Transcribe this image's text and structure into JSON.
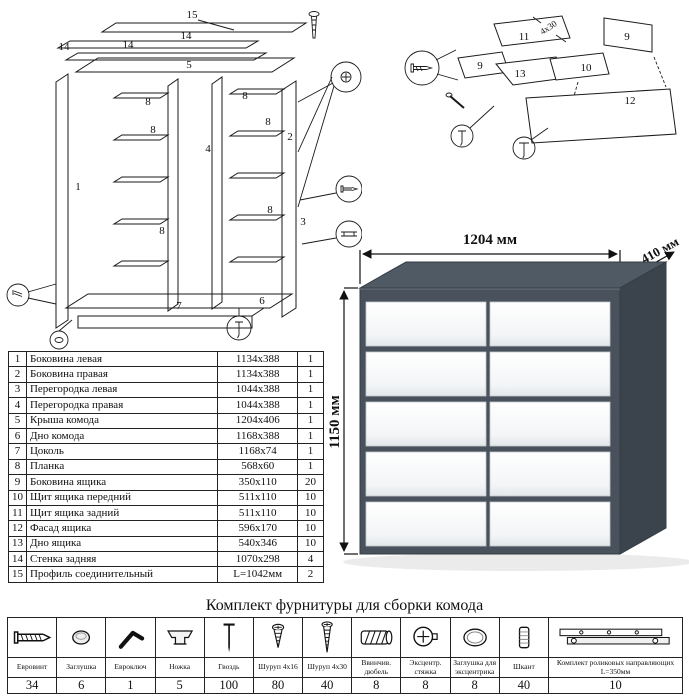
{
  "diagrams": {
    "carcass": {
      "labels": [
        "15",
        "14",
        "14",
        "14",
        "5",
        "8",
        "8",
        "8",
        "8",
        "8",
        "8",
        "2",
        "4",
        "1",
        "3",
        "6",
        "7"
      ]
    },
    "drawer": {
      "labels": [
        "11",
        "4x30",
        "9",
        "9",
        "13",
        "10",
        "12"
      ]
    }
  },
  "product": {
    "width": "1204 мм",
    "depth": "410 мм",
    "height": "1150 мм"
  },
  "parts_table": {
    "rows": [
      {
        "num": "1",
        "name": "Боковина левая",
        "size": "1134x388",
        "qty": "1"
      },
      {
        "num": "2",
        "name": "Боковина правая",
        "size": "1134x388",
        "qty": "1"
      },
      {
        "num": "3",
        "name": "Перегородка левая",
        "size": "1044x388",
        "qty": "1"
      },
      {
        "num": "4",
        "name": "Перегородка правая",
        "size": "1044x388",
        "qty": "1"
      },
      {
        "num": "5",
        "name": "Крыша комода",
        "size": "1204x406",
        "qty": "1"
      },
      {
        "num": "6",
        "name": "Дно комода",
        "size": "1168x388",
        "qty": "1"
      },
      {
        "num": "7",
        "name": "Цоколь",
        "size": "1168x74",
        "qty": "1"
      },
      {
        "num": "8",
        "name": "Планка",
        "size": "568x60",
        "qty": "1"
      },
      {
        "num": "9",
        "name": "Боковина ящика",
        "size": "350x110",
        "qty": "20"
      },
      {
        "num": "10",
        "name": "Щит ящика передний",
        "size": "511x110",
        "qty": "10"
      },
      {
        "num": "11",
        "name": "Щит ящика задний",
        "size": "511x110",
        "qty": "10"
      },
      {
        "num": "12",
        "name": "Фасад ящика",
        "size": "596x170",
        "qty": "10"
      },
      {
        "num": "13",
        "name": "Дно ящика",
        "size": "540x346",
        "qty": "10"
      },
      {
        "num": "14",
        "name": "Стенка задняя",
        "size": "1070x298",
        "qty": "4"
      },
      {
        "num": "15",
        "name": "Профиль соединительный",
        "size": "L=1042мм",
        "qty": "2"
      }
    ]
  },
  "hardware": {
    "title": "Комплект фурнитуры для сборки комода",
    "items": [
      {
        "icon": "euroscrew",
        "name": "Евровинт",
        "qty": "34"
      },
      {
        "icon": "plug",
        "name": "Заглушка",
        "qty": "6"
      },
      {
        "icon": "hexkey",
        "name": "Евроключ",
        "qty": "1"
      },
      {
        "icon": "leg",
        "name": "Ножка",
        "qty": "5"
      },
      {
        "icon": "nail",
        "name": "Гвоздь",
        "qty": "100"
      },
      {
        "icon": "screw-4x16",
        "name": "Шуруп 4x16",
        "qty": "80"
      },
      {
        "icon": "screw-4x30",
        "name": "Шуруп 4x30",
        "qty": "40"
      },
      {
        "icon": "screw-dowel",
        "name": "Ввинчив. дюбель",
        "qty": "8"
      },
      {
        "icon": "cam-lock",
        "name": "Эксцентр. стяжка",
        "qty": "8"
      },
      {
        "icon": "cam-cover",
        "name": "Заглушка для эксцентрика",
        "qty": "8"
      },
      {
        "icon": "wood-dowel",
        "name": "Шкант",
        "qty": "40"
      },
      {
        "icon": "roller-guides",
        "name": "Комплект роликовых направляющих L=350мм",
        "qty": "10"
      }
    ]
  },
  "colors": {
    "carcass_dark": "#49525c",
    "carcass_side": "#3b434c",
    "drawer_front": "#ffffff",
    "line_art": "#1a1a1a"
  }
}
